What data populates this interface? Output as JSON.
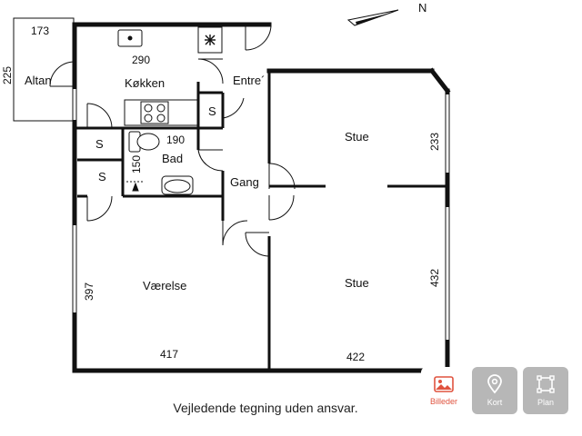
{
  "compass": {
    "label": "N"
  },
  "rooms": {
    "altan": "Altan",
    "kokken": "Køkken",
    "entre": "Entre´",
    "bad": "Bad",
    "gang": "Gang",
    "stue_top": "Stue",
    "stue_bottom": "Stue",
    "vaerelse": "Værelse",
    "storage_1": "S",
    "storage_2": "S",
    "storage_3": "S"
  },
  "dimensions": {
    "altan_width": "173",
    "altan_height": "225",
    "kitchen_width": "290",
    "bath_width": "190",
    "bath_height": "150",
    "stue_top_height": "233",
    "stue_bottom_height": "432",
    "vaerelse_height": "397",
    "vaerelse_width": "417",
    "stue_width": "422"
  },
  "caption": "Vejledende tegning uden ansvar.",
  "tools": [
    {
      "label": "Billeder",
      "icon": "image-icon",
      "active": true
    },
    {
      "label": "Kort",
      "icon": "map-pin-icon",
      "active": false
    },
    {
      "label": "Plan",
      "icon": "plan-icon",
      "active": false
    }
  ],
  "colors": {
    "active": "#e0533f",
    "button_gray": "#b7b7b7",
    "wall": "#111111"
  }
}
